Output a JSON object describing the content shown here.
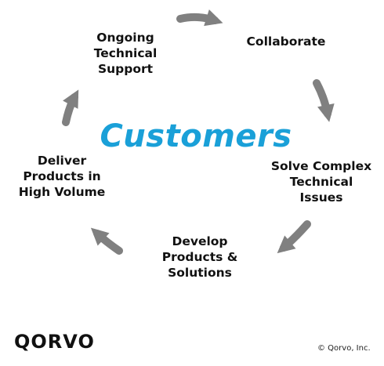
{
  "diagram": {
    "center": "Customers",
    "steps": [
      {
        "id": "collaborate",
        "lines": [
          "Collaborate"
        ]
      },
      {
        "id": "solve",
        "lines": [
          "Solve Complex",
          "Technical",
          "Issues"
        ]
      },
      {
        "id": "develop",
        "lines": [
          "Develop",
          "Products &",
          "Solutions"
        ]
      },
      {
        "id": "deliver",
        "lines": [
          "Deliver",
          "Products in",
          "High Volume"
        ]
      },
      {
        "id": "support",
        "lines": [
          "Ongoing",
          "Technical",
          "Support"
        ]
      }
    ],
    "arrow_color": "#808080",
    "center_color": "#1aa0d8"
  },
  "footer": {
    "logo_text": "QORVO",
    "copyright": "© Qorvo, Inc."
  }
}
